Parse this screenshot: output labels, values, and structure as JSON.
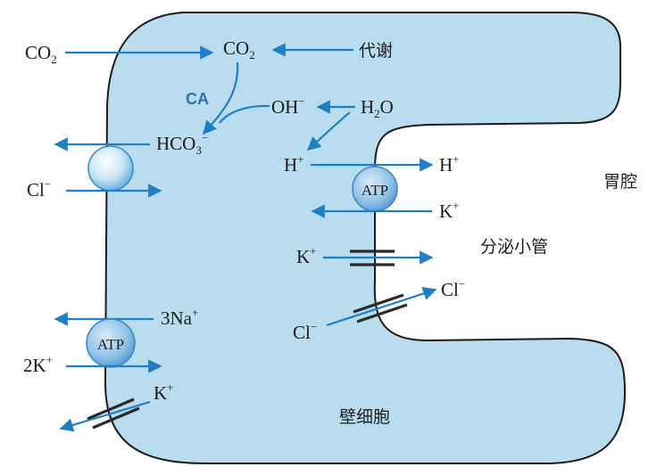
{
  "labels": {
    "co2_out": "CO",
    "co2_out_sub": "2",
    "co2_in": "CO",
    "co2_in_sub": "2",
    "metabolism": "代谢",
    "ca": "CA",
    "oh": "OH",
    "oh_sup": "−",
    "h2o": "H",
    "h2o_sub": "2",
    "h2o_tail": "O",
    "hco3": "HCO",
    "hco3_sub": "3",
    "hco3_sup": "−",
    "cl_left": "Cl",
    "cl_left_sup": "−",
    "h_in": "H",
    "h_in_sup": "+",
    "h_out": "H",
    "h_out_sup": "+",
    "atp_pump": "ATP",
    "k_right": "K",
    "k_right_sup": "+",
    "k_channel": "K",
    "k_channel_sup": "+",
    "lumen": "胃腔",
    "canaliculus": "分泌小管",
    "cl_right_out": "Cl",
    "cl_right_out_sup": "−",
    "cl_right_in": "Cl",
    "cl_right_in_sup": "−",
    "na": "3Na",
    "na_sup": "+",
    "atp_na_k": "ATP",
    "k2": "2K",
    "k2_sup": "+",
    "k_bottom": "K",
    "k_bottom_sup": "+",
    "cell": "壁细胞"
  },
  "colors": {
    "cell_fill": "#b9ddef",
    "cell_stroke": "#1b1b1b",
    "arrow": "#1f7fc4",
    "label_blue": "#2a6fb0",
    "channel": "#2a2a2a"
  }
}
